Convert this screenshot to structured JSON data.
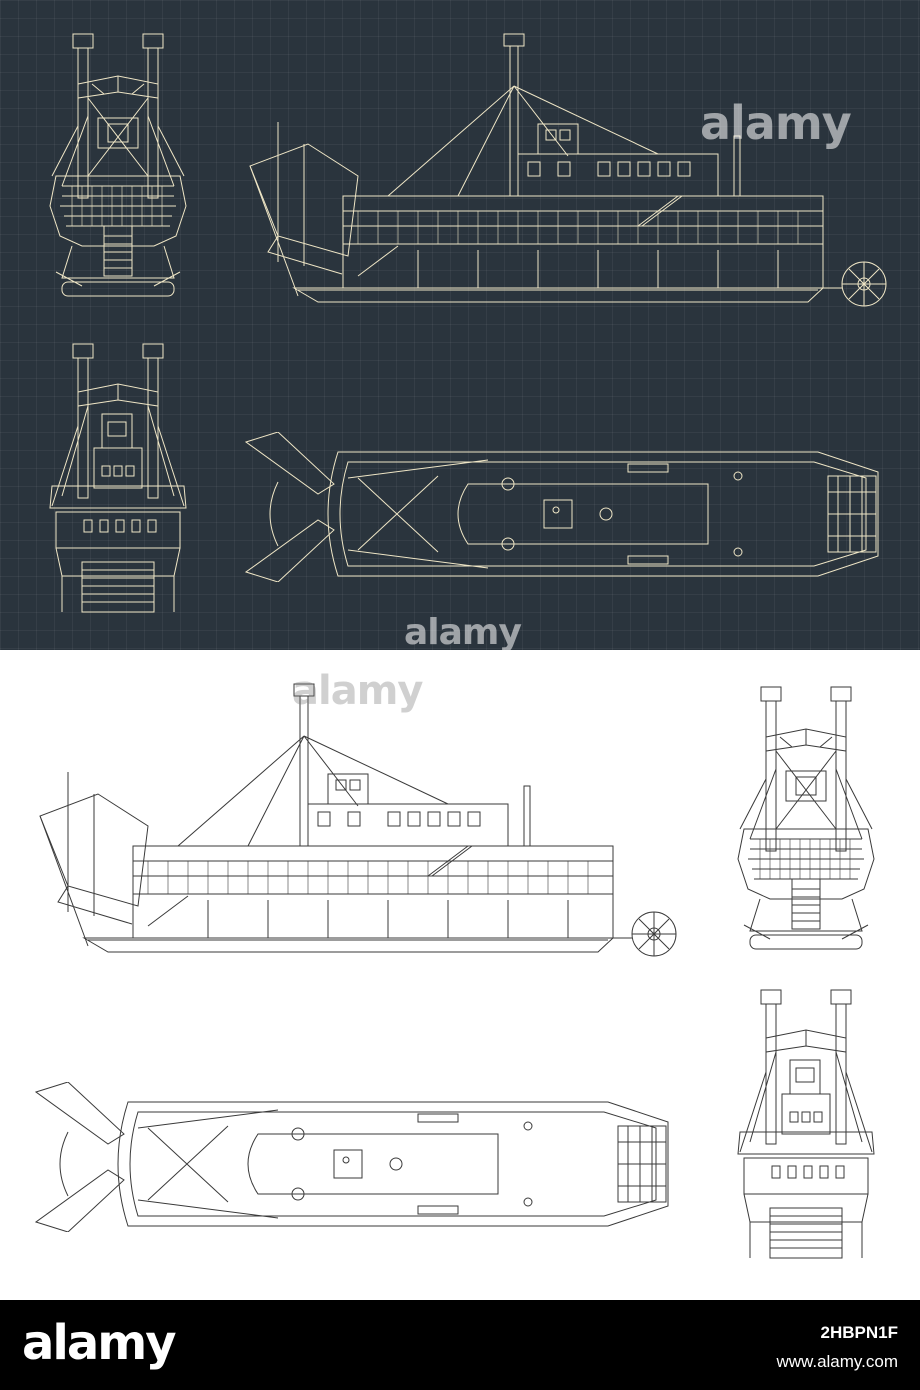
{
  "watermark": {
    "text": "alamy"
  },
  "footer": {
    "logo": "alamy",
    "image_id": "2HBPN1F",
    "url": "www.alamy.com"
  },
  "colors": {
    "dark_background": "#2a343d",
    "dark_line": "#efe6c6",
    "light_background": "#ffffff",
    "light_line": "#3a3a3a",
    "footer_background": "#000000"
  }
}
